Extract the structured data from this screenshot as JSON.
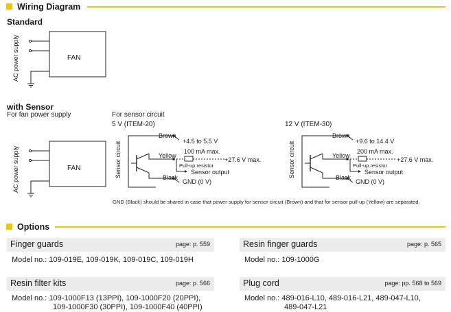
{
  "wiring": {
    "title": "Wiring Diagram",
    "standard_label": "Standard",
    "with_sensor_label": "with Sensor",
    "fan_power_label": "For fan power supply",
    "sensor_circuit_label": "For sensor circuit",
    "ac_power": "AC power supply",
    "fan": "FAN",
    "sensor_circuit": "Sensor circuit",
    "circuit_5v": {
      "header": "5 V (ITEM-20)",
      "brown": "Brown",
      "voltage_range": "+4.5 to 5.5 V",
      "yellow": "Yellow",
      "current": "100 mA max.",
      "pullup_voltage": "+27.6 V max.",
      "pullup_resistor": "Pull-up resistor",
      "sensor_output": "Sensor output",
      "black": "Black",
      "gnd": "GND (0 V)"
    },
    "circuit_12v": {
      "header": "12 V (ITEM-30)",
      "brown": "Brown",
      "voltage_range": "+9.6 to 14.4 V",
      "yellow": "Yellow",
      "current": "200 mA max.",
      "pullup_voltage": "+27.6 V max.",
      "pullup_resistor": "Pull-up resistor",
      "sensor_output": "Sensor output",
      "black": "Black",
      "gnd": "GND (0 V)"
    },
    "gnd_note": "GND (Black) should be shared in case that power supply for sensor circuit (Brown) and that for sensor pull-up (Yellow) are separated."
  },
  "options": {
    "title": "Options",
    "items": [
      {
        "title": "Finger guards",
        "page": "page: p. 559",
        "model_lines": [
          "Model no.: 109-019E, 109-019K, 109-019C, 109-019H"
        ]
      },
      {
        "title": "Resin finger guards",
        "page": "page: p. 565",
        "model_lines": [
          "Model no.: 109-1000G"
        ]
      },
      {
        "title": "Resin filter kits",
        "page": "page: p. 566",
        "model_lines": [
          "Model no.: 109-1000F13 (13PPI), 109-1000F20 (20PPI),",
          "109-1000F30 (30PPI), 109-1000F40 (40PPI)"
        ]
      },
      {
        "title": "Plug cord",
        "page": "page: pp. 568 to 569",
        "model_lines": [
          "Model no.: 489-016-L10, 489-016-L21, 489-047-L10,",
          "489-047-L21"
        ]
      }
    ]
  },
  "colors": {
    "accent": "#f2c500",
    "bar": "#ececec"
  }
}
